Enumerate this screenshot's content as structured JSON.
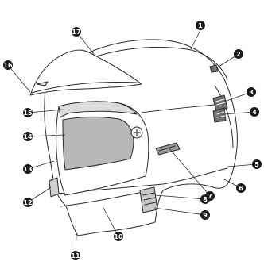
{
  "diagram": {
    "callouts": [
      {
        "id": "c1",
        "label": "1"
      },
      {
        "id": "c2",
        "label": "2"
      },
      {
        "id": "c3",
        "label": "3"
      },
      {
        "id": "c4",
        "label": "4"
      },
      {
        "id": "c5",
        "label": "5"
      },
      {
        "id": "c6",
        "label": "6"
      },
      {
        "id": "c7",
        "label": "7"
      },
      {
        "id": "c8",
        "label": "8"
      },
      {
        "id": "c9",
        "label": "9"
      },
      {
        "id": "c10",
        "label": "10"
      },
      {
        "id": "c11",
        "label": "11"
      },
      {
        "id": "c12",
        "label": "12"
      },
      {
        "id": "c13",
        "label": "13"
      },
      {
        "id": "c14",
        "label": "14"
      },
      {
        "id": "c15",
        "label": "15"
      },
      {
        "id": "c16",
        "label": "16"
      },
      {
        "id": "c17",
        "label": "17"
      }
    ],
    "colors": {
      "outline": "#2a2a2a",
      "shell": "#ffffff",
      "visor_tint": "#b8b8b8",
      "vent_dark": "#707070",
      "callout_fill": "#1a1a1a",
      "callout_text": "#ffffff"
    }
  }
}
